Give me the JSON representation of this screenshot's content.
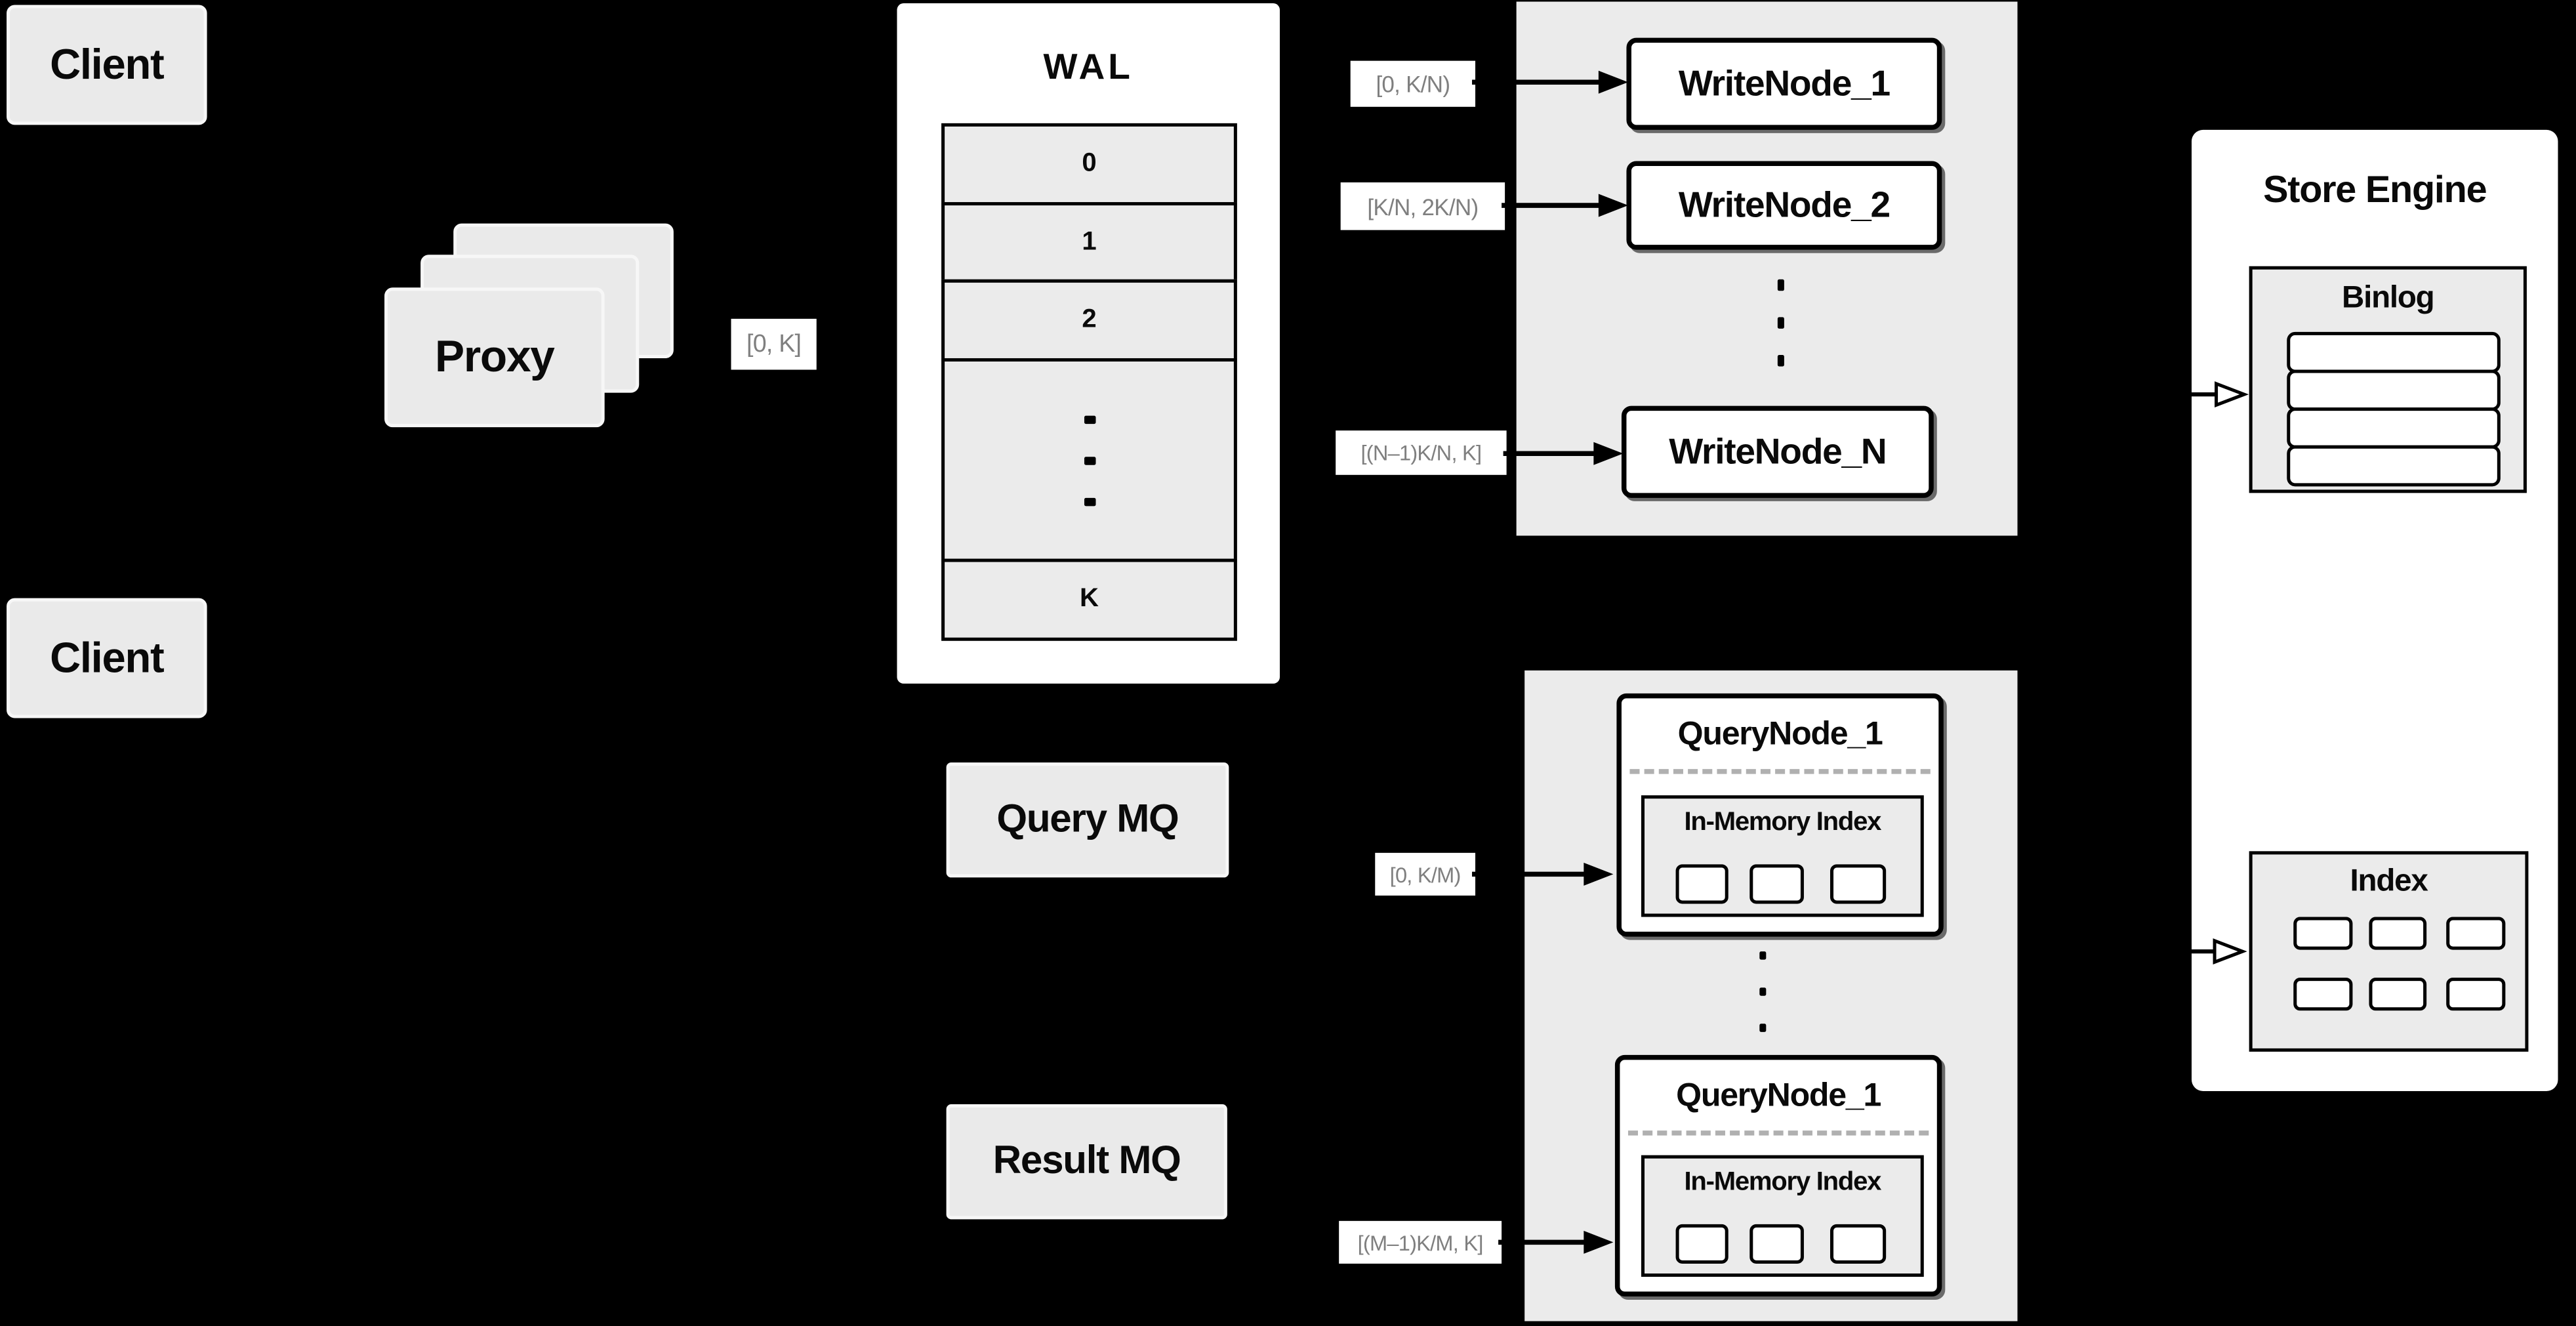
{
  "colors": {
    "background": "#000000",
    "panel_gray": "#ebebeb",
    "box_gray": "#eaeaea",
    "node_white": "#ffffff",
    "border_black": "#000000",
    "range_label_text": "#7f7f7f"
  },
  "clients": [
    {
      "label": "Client"
    },
    {
      "label": "Client"
    }
  ],
  "proxy": {
    "label": "Proxy"
  },
  "ranges": {
    "proxy": "[0, K]",
    "write": [
      "[0, K/N)",
      "[K/N, 2K/N)",
      "[(N–1)K/N, K]"
    ],
    "query": [
      "[0, K/M)",
      "[(M–1)K/M, K]"
    ]
  },
  "wal": {
    "title": "WAL",
    "slots": [
      "0",
      "1",
      "2"
    ],
    "last_slot": "K"
  },
  "write_nodes": [
    "WriteNode_1",
    "WriteNode_2",
    "WriteNode_N"
  ],
  "mq": {
    "query": "Query MQ",
    "result": "Result MQ"
  },
  "query_nodes": [
    {
      "title": "QueryNode_1",
      "memory_label": "In-Memory Index"
    },
    {
      "title": "QueryNode_1",
      "memory_label": "In-Memory Index"
    }
  ],
  "store_engine": {
    "title": "Store Engine",
    "binlog_title": "Binlog",
    "index_title": "Index"
  }
}
